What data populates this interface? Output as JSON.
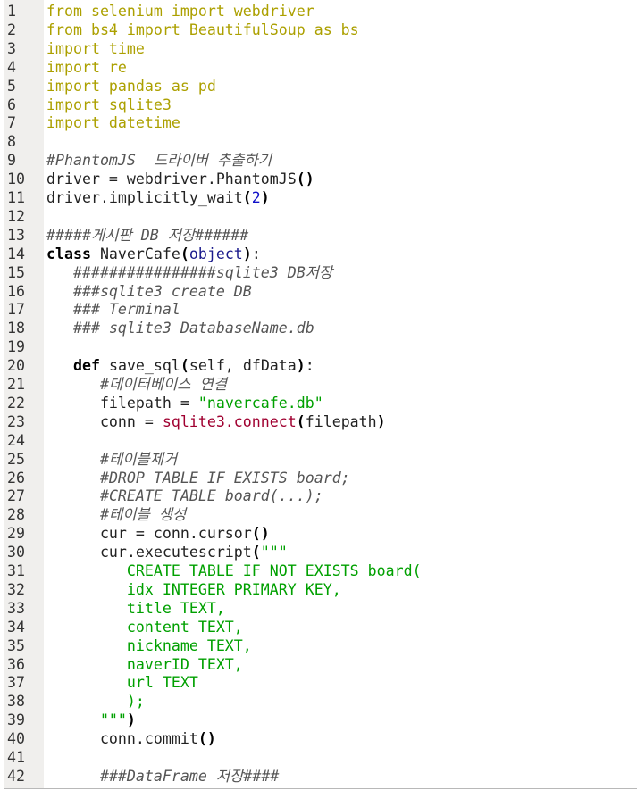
{
  "editor": {
    "colors": {
      "import": "#aca000",
      "comment": "#555555",
      "string": "#00a000",
      "number": "#1010c8",
      "call": "#a00030"
    },
    "lines": [
      {
        "n": "1",
        "t": [
          [
            "from selenium import webdriver",
            "imp"
          ]
        ]
      },
      {
        "n": "2",
        "t": [
          [
            "from bs4 import BeautifulSoup as bs",
            "imp"
          ]
        ]
      },
      {
        "n": "3",
        "t": [
          [
            "import time",
            "imp"
          ]
        ]
      },
      {
        "n": "4",
        "t": [
          [
            "import re",
            "imp"
          ]
        ]
      },
      {
        "n": "5",
        "t": [
          [
            "import pandas as pd",
            "imp"
          ]
        ]
      },
      {
        "n": "6",
        "t": [
          [
            "import sqlite3",
            "imp"
          ]
        ]
      },
      {
        "n": "7",
        "t": [
          [
            "import datetime",
            "imp"
          ]
        ]
      },
      {
        "n": "8",
        "t": []
      },
      {
        "n": "9",
        "t": [
          [
            "#PhantomJS  드라이버 추출하기",
            "cm"
          ]
        ]
      },
      {
        "n": "10",
        "t": [
          [
            "driver = webdriver.PhantomJS",
            "pl"
          ],
          [
            "()",
            "br"
          ]
        ]
      },
      {
        "n": "11",
        "t": [
          [
            "driver.implicitly_wait",
            "pl"
          ],
          [
            "(",
            "br"
          ],
          [
            "2",
            "bl"
          ],
          [
            ")",
            "br"
          ]
        ]
      },
      {
        "n": "12",
        "t": []
      },
      {
        "n": "13",
        "t": [
          [
            "#####게시판 DB 저장######",
            "cm"
          ]
        ]
      },
      {
        "n": "14",
        "t": [
          [
            "class",
            "kw"
          ],
          [
            " NaverCafe",
            "pl"
          ],
          [
            "(",
            "br"
          ],
          [
            "object",
            "obj"
          ],
          [
            ")",
            "br"
          ],
          [
            ":",
            "pl"
          ]
        ]
      },
      {
        "n": "15",
        "t": [
          [
            "   ",
            "pl"
          ],
          [
            "################sqlite3 DB저장",
            "cm"
          ]
        ]
      },
      {
        "n": "16",
        "t": [
          [
            "   ",
            "pl"
          ],
          [
            "###sqlite3 create DB",
            "cm"
          ]
        ]
      },
      {
        "n": "17",
        "t": [
          [
            "   ",
            "pl"
          ],
          [
            "### Terminal",
            "cm"
          ]
        ]
      },
      {
        "n": "18",
        "t": [
          [
            "   ",
            "pl"
          ],
          [
            "### sqlite3 DatabaseName.db",
            "cm"
          ]
        ]
      },
      {
        "n": "19",
        "t": []
      },
      {
        "n": "20",
        "t": [
          [
            "   ",
            "pl"
          ],
          [
            "def",
            "kw"
          ],
          [
            " save_sql",
            "pl"
          ],
          [
            "(",
            "br"
          ],
          [
            "self, dfData",
            "pl"
          ],
          [
            ")",
            "br"
          ],
          [
            ":",
            "pl"
          ]
        ]
      },
      {
        "n": "21",
        "t": [
          [
            "      ",
            "pl"
          ],
          [
            "#데이터베이스 연결",
            "cm"
          ]
        ]
      },
      {
        "n": "22",
        "t": [
          [
            "      filepath = ",
            "pl"
          ],
          [
            "\"navercafe.db\"",
            "str"
          ]
        ]
      },
      {
        "n": "23",
        "t": [
          [
            "      conn = ",
            "pl"
          ],
          [
            "sqlite3.connect",
            "fn"
          ],
          [
            "(",
            "br"
          ],
          [
            "filepath",
            "pl"
          ],
          [
            ")",
            "br"
          ]
        ]
      },
      {
        "n": "24",
        "t": []
      },
      {
        "n": "25",
        "t": [
          [
            "      ",
            "pl"
          ],
          [
            "#테이블제거",
            "cm"
          ]
        ]
      },
      {
        "n": "26",
        "t": [
          [
            "      ",
            "pl"
          ],
          [
            "#DROP TABLE IF EXISTS board;",
            "cm"
          ]
        ]
      },
      {
        "n": "27",
        "t": [
          [
            "      ",
            "pl"
          ],
          [
            "#CREATE TABLE board(...);",
            "cm"
          ]
        ]
      },
      {
        "n": "28",
        "t": [
          [
            "      ",
            "pl"
          ],
          [
            "#테이블 생성",
            "cm"
          ]
        ]
      },
      {
        "n": "29",
        "t": [
          [
            "      cur = conn.cursor",
            "pl"
          ],
          [
            "()",
            "br"
          ]
        ]
      },
      {
        "n": "30",
        "t": [
          [
            "      cur.executescript",
            "pl"
          ],
          [
            "(",
            "br"
          ],
          [
            "\"\"\"",
            "str"
          ]
        ]
      },
      {
        "n": "31",
        "t": [
          [
            "         CREATE TABLE IF NOT EXISTS board(",
            "str"
          ]
        ]
      },
      {
        "n": "32",
        "t": [
          [
            "         idx INTEGER PRIMARY KEY,",
            "str"
          ]
        ]
      },
      {
        "n": "33",
        "t": [
          [
            "         title TEXT,",
            "str"
          ]
        ]
      },
      {
        "n": "34",
        "t": [
          [
            "         content TEXT,",
            "str"
          ]
        ]
      },
      {
        "n": "35",
        "t": [
          [
            "         nickname TEXT,",
            "str"
          ]
        ]
      },
      {
        "n": "36",
        "t": [
          [
            "         naverID TEXT,",
            "str"
          ]
        ]
      },
      {
        "n": "37",
        "t": [
          [
            "         url TEXT",
            "str"
          ]
        ]
      },
      {
        "n": "38",
        "t": [
          [
            "         );",
            "str"
          ]
        ]
      },
      {
        "n": "39",
        "t": [
          [
            "      \"\"\"",
            "str"
          ],
          [
            ")",
            "br"
          ]
        ]
      },
      {
        "n": "40",
        "t": [
          [
            "      conn.commit",
            "pl"
          ],
          [
            "()",
            "br"
          ]
        ]
      },
      {
        "n": "41",
        "t": []
      },
      {
        "n": "42",
        "t": [
          [
            "      ",
            "pl"
          ],
          [
            "###DataFrame 저장####",
            "cm"
          ]
        ]
      }
    ]
  }
}
